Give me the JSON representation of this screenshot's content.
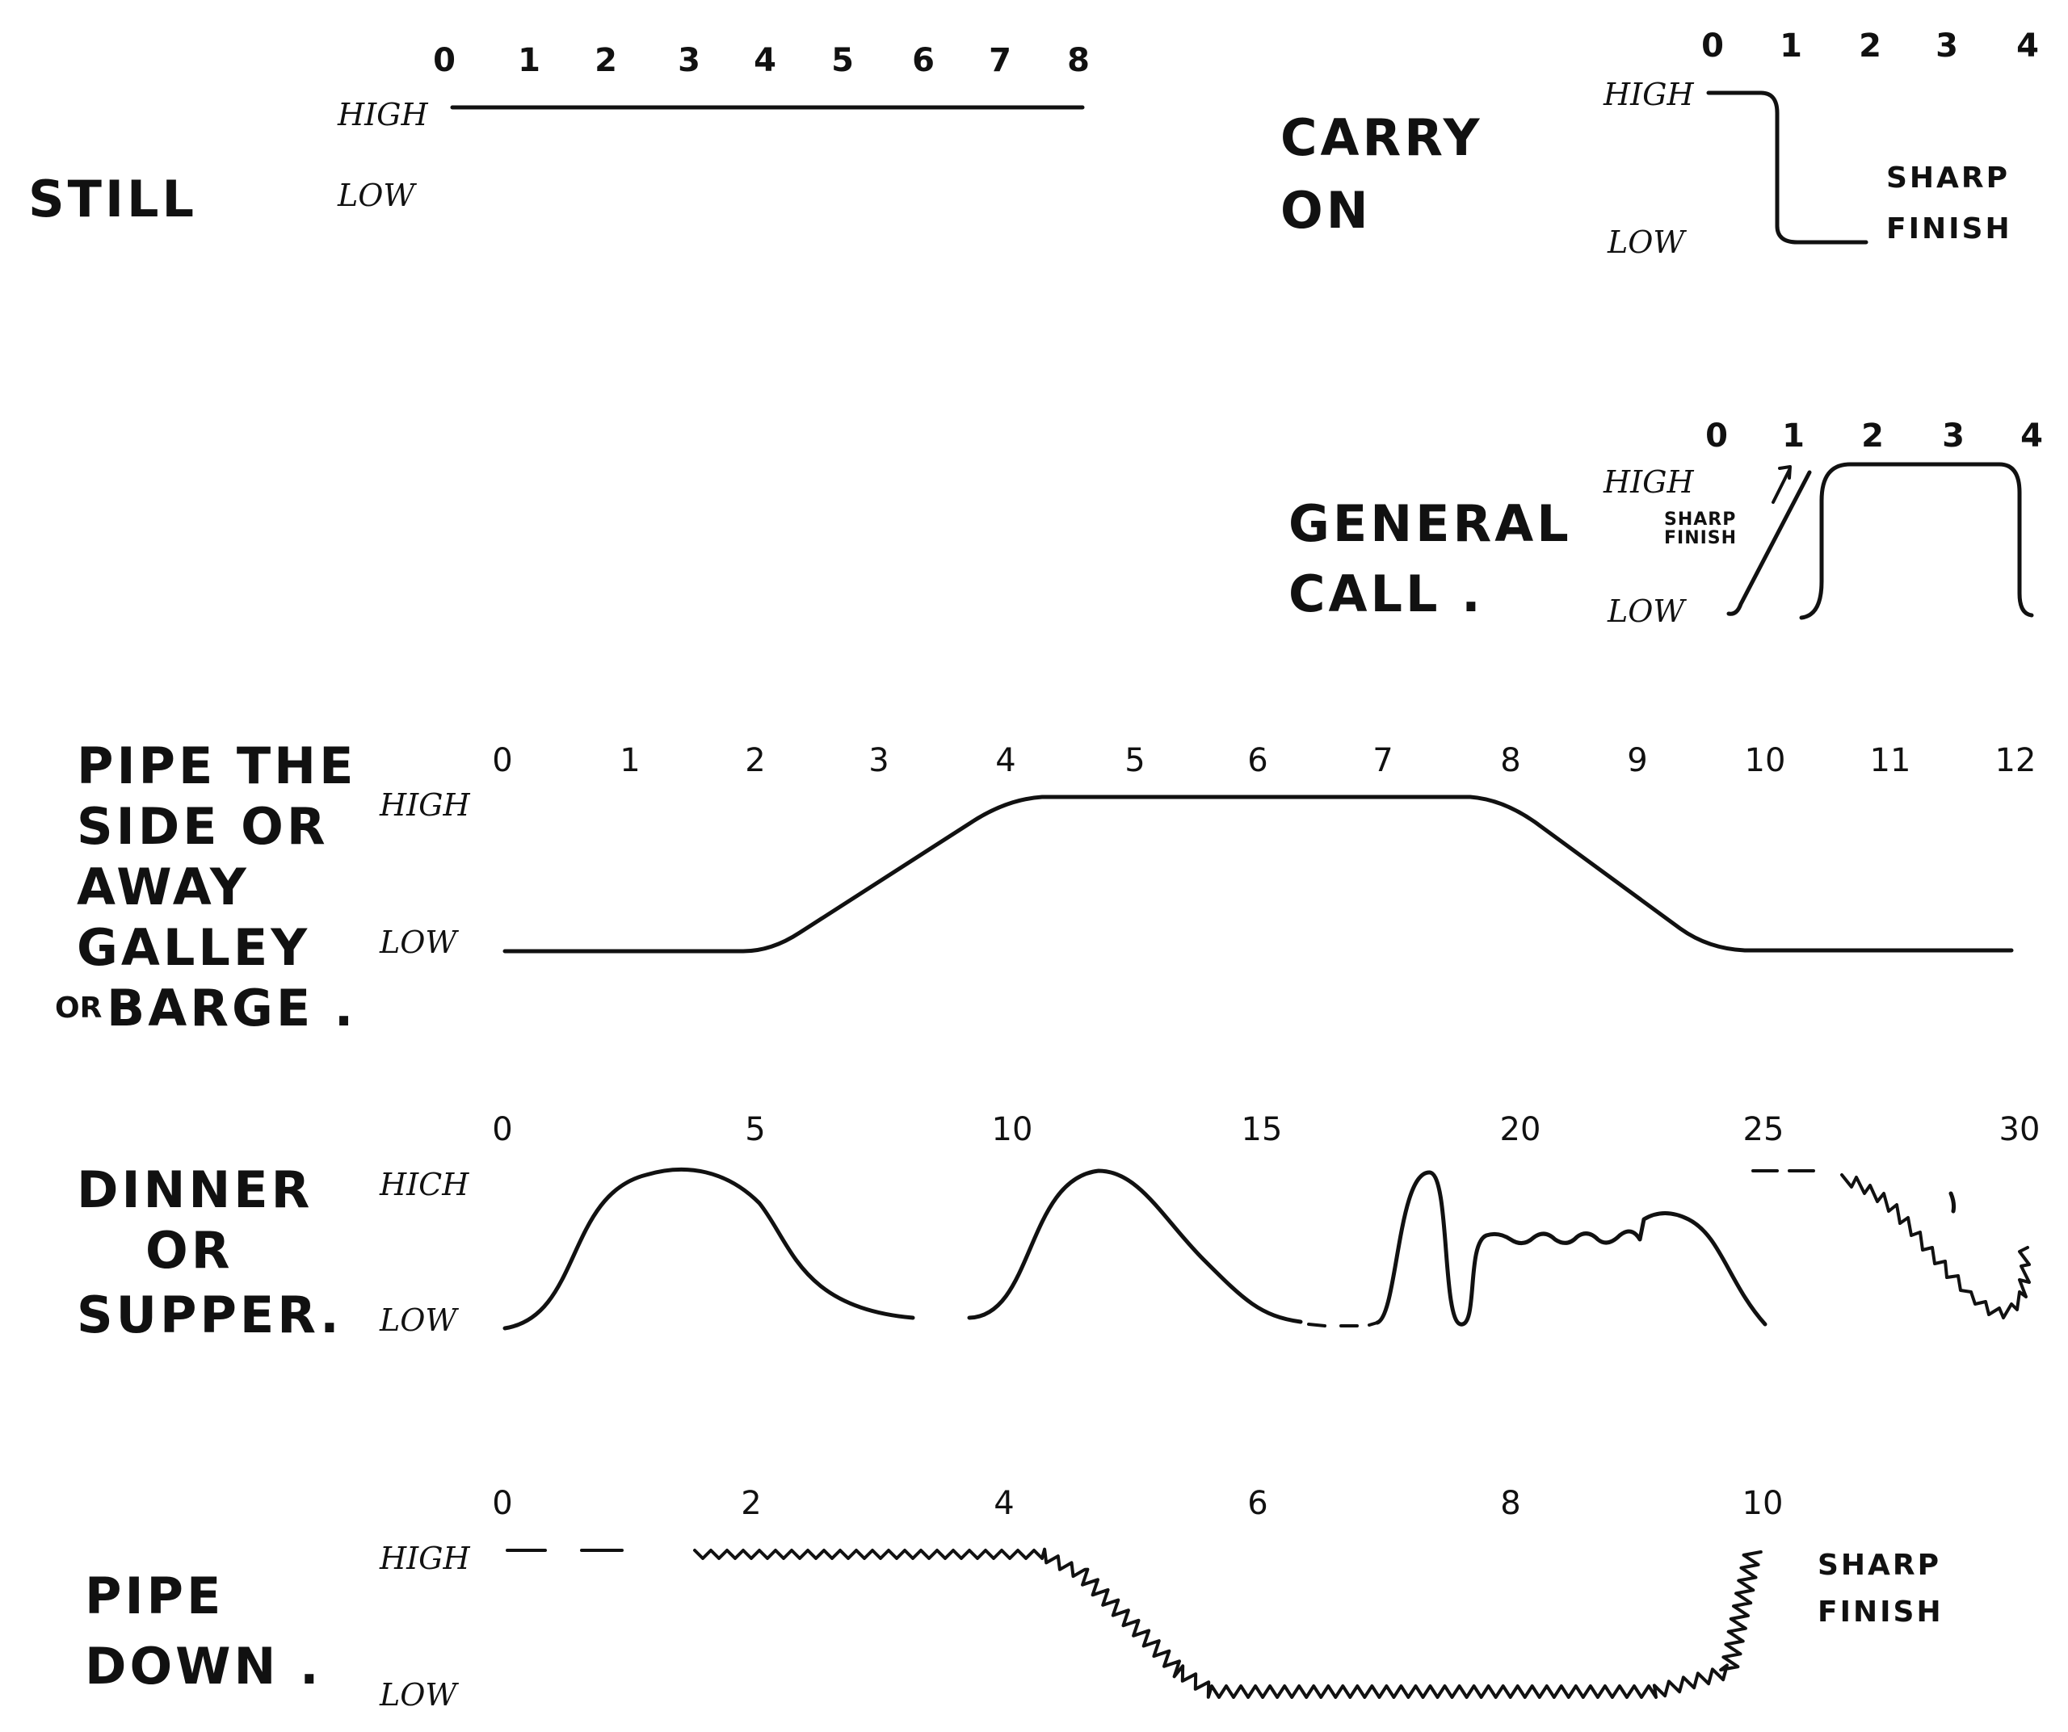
{
  "calls": {
    "still": {
      "name": [
        "STILL"
      ],
      "ticks": [
        "0",
        "1",
        "2",
        "3",
        "4",
        "5",
        "6",
        "7",
        "8"
      ],
      "high": "HIGH",
      "low": "LOW"
    },
    "carry_on": {
      "name": [
        "CARRY",
        "ON"
      ],
      "ticks": [
        "0",
        "1",
        "2",
        "3",
        "4"
      ],
      "high": "HIGH",
      "low": "LOW",
      "note": [
        "SHARP",
        "FINISH"
      ]
    },
    "general_call": {
      "name": [
        "GENERAL",
        "CALL ."
      ],
      "ticks": [
        "0",
        "1",
        "2",
        "3",
        "4"
      ],
      "high": "HIGH",
      "low": "LOW",
      "note": [
        "SHARP",
        "FINISH"
      ]
    },
    "pipe_the_side": {
      "name": [
        "PIPE THE",
        "SIDE OR",
        "AWAY",
        "GALLEY"
      ],
      "name_prefix": "OR",
      "name_last": "BARGE .",
      "ticks": [
        "0",
        "1",
        "2",
        "3",
        "4",
        "5",
        "6",
        "7",
        "8",
        "9",
        "10",
        "11",
        "12"
      ],
      "high": "HIGH",
      "low": "LOW"
    },
    "dinner": {
      "name": [
        "DINNER",
        "OR",
        "SUPPER."
      ],
      "ticks": [
        "0",
        "5",
        "10",
        "15",
        "20",
        "25",
        "30"
      ],
      "high": "HICH",
      "low": "LOW"
    },
    "pipe_down": {
      "name": [
        "PIPE",
        "DOWN ."
      ],
      "ticks": [
        "0",
        "2",
        "4",
        "6",
        "8",
        "10"
      ],
      "high": "HIGH",
      "low": "LOW",
      "note": [
        "SHARP",
        "FINISH"
      ]
    }
  },
  "colors": {
    "ink": "#111111",
    "paper": "#ffffff"
  }
}
